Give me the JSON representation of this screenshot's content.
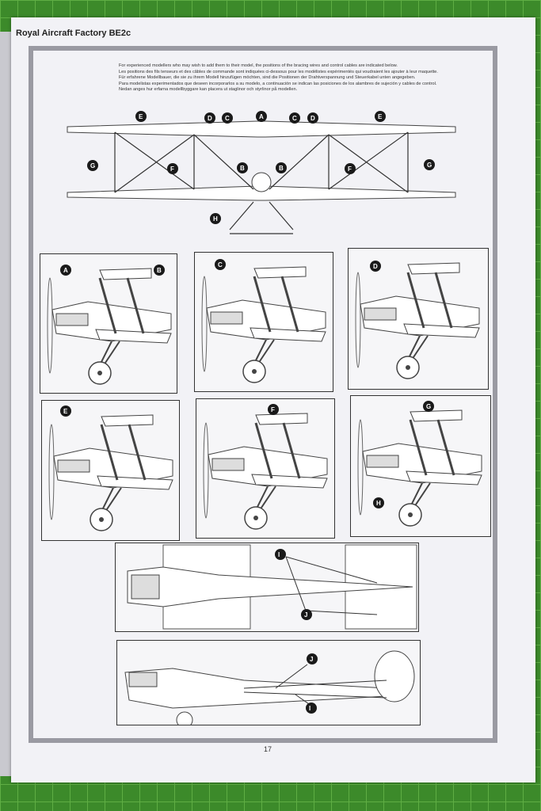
{
  "title": "Royal Aircraft Factory BE2c",
  "intro": [
    "For experienced modellers who may wish to add them to their model, the positions of the bracing wires and control cables are indicated below.",
    "Les positions des fils tenseurs et des câbles de commande sont indiquées ci-dessous pour les modélistes expérimentés qui voudraient les ajouter à leur maquette.",
    "Für erfahrene Modellbauer, die sie zu ihrem Modell hinzufügen möchten, sind die Positionen der Drahtverspannung und Steuerkabel unten angegeben.",
    "Para modelistas experimentados que deseen incorporarlos a su modelo, a continuación se indican las posiciones de los alambres de sujeción y cables de control.",
    "Nedan anges hur erfarna modellbyggare kan placera ut staglinor och styrlinor på modellen."
  ],
  "front_view": {
    "labels": [
      "E",
      "D",
      "C",
      "A",
      "C",
      "D",
      "E",
      "G",
      "F",
      "B",
      "B",
      "F",
      "G",
      "H"
    ]
  },
  "side_panels": [
    {
      "labels": [
        "A",
        "B"
      ]
    },
    {
      "labels": [
        "C"
      ]
    },
    {
      "labels": [
        "D"
      ]
    },
    {
      "labels": [
        "E"
      ]
    },
    {
      "labels": [
        "F"
      ]
    },
    {
      "labels": [
        "G",
        "H"
      ]
    }
  ],
  "top_panel": {
    "labels": [
      "I",
      "J"
    ]
  },
  "bottom_panel": {
    "labels": [
      "J",
      "I"
    ]
  },
  "page_number": "17"
}
